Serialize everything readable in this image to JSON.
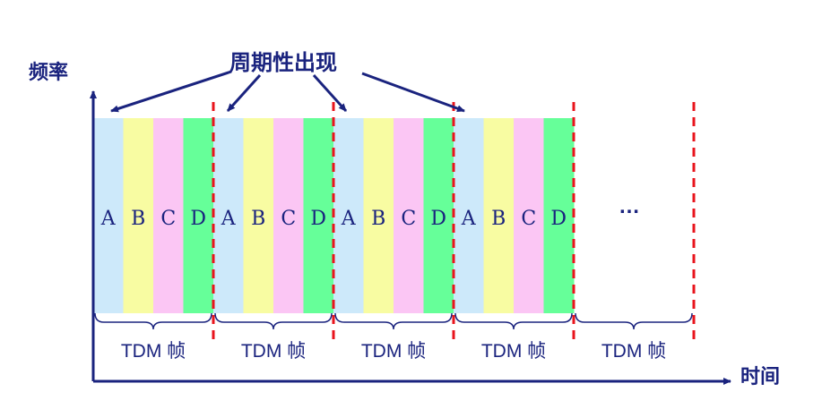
{
  "labels": {
    "y_axis": "频率",
    "x_axis": "时间",
    "periodic": "周期性出现",
    "ellipsis": "…"
  },
  "colors": {
    "A": "#cde9fa",
    "B": "#f8fca2",
    "C": "#fbc6f4",
    "D": "#66ff99",
    "axis": "#1a237e",
    "divider": "#e8141c"
  },
  "frames": [
    {
      "slots": [
        "A",
        "B",
        "C",
        "D"
      ],
      "label": "TDM 帧"
    },
    {
      "slots": [
        "A",
        "B",
        "C",
        "D"
      ],
      "label": "TDM 帧"
    },
    {
      "slots": [
        "A",
        "B",
        "C",
        "D"
      ],
      "label": "TDM 帧"
    },
    {
      "slots": [
        "A",
        "B",
        "C",
        "D"
      ],
      "label": "TDM 帧"
    },
    {
      "slots": [],
      "label": "TDM 帧"
    }
  ]
}
